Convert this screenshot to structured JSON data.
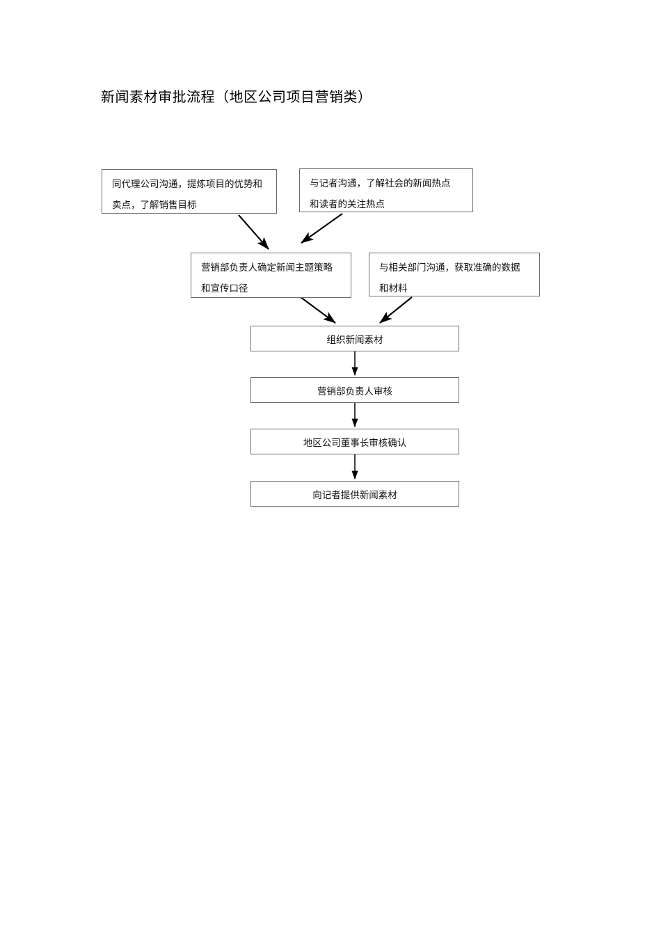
{
  "document": {
    "title": "新闻素材审批流程（地区公司项目营销类）"
  },
  "flowchart": {
    "type": "flowchart",
    "orientation": "top-to-bottom",
    "nodes": [
      {
        "id": "agency",
        "lines": [
          "同代理公司沟通，提炼项目的优势和",
          "卖点，了解销售目标"
        ],
        "text": "同代理公司沟通，提炼项目的优势和卖点，了解销售目标"
      },
      {
        "id": "reporter",
        "lines": [
          "与记者沟通，了解社会的新闻热点",
          "和读者的关注热点"
        ],
        "text": "与记者沟通，了解社会的新闻热点和读者的关注热点"
      },
      {
        "id": "theme",
        "lines": [
          "营销部负责人确定新闻主题策略",
          "和宣传口径"
        ],
        "text": "营销部负责人确定新闻主题策略和宣传口径"
      },
      {
        "id": "department",
        "lines": [
          "与相关部门沟通，获取准确的数据",
          "和材料"
        ],
        "text": "与相关部门沟通，获取准确的数据和材料"
      },
      {
        "id": "organize",
        "lines": [
          "组织新闻素材"
        ],
        "text": "组织新闻素材"
      },
      {
        "id": "review",
        "lines": [
          "营销部负责人审核"
        ],
        "text": "营销部负责人审核"
      },
      {
        "id": "chairman",
        "lines": [
          "地区公司董事长审核确认"
        ],
        "text": "地区公司董事长审核确认"
      },
      {
        "id": "provide",
        "lines": [
          "向记者提供新闻素材"
        ],
        "text": "向记者提供新闻素材"
      }
    ],
    "edges": [
      {
        "from": "agency",
        "to": "theme",
        "style": "diagonal-arrow"
      },
      {
        "from": "reporter",
        "to": "theme",
        "style": "diagonal-arrow"
      },
      {
        "from": "theme",
        "to": "organize",
        "style": "diagonal-arrow"
      },
      {
        "from": "department",
        "to": "organize",
        "style": "diagonal-arrow"
      },
      {
        "from": "organize",
        "to": "review",
        "style": "vertical-arrow"
      },
      {
        "from": "review",
        "to": "chairman",
        "style": "vertical-arrow"
      },
      {
        "from": "chairman",
        "to": "provide",
        "style": "vertical-arrow"
      }
    ]
  },
  "colors": {
    "page_background": "#ffffff",
    "box_border": "#6b6b6b",
    "connector": "#000000",
    "text": "#111111"
  }
}
